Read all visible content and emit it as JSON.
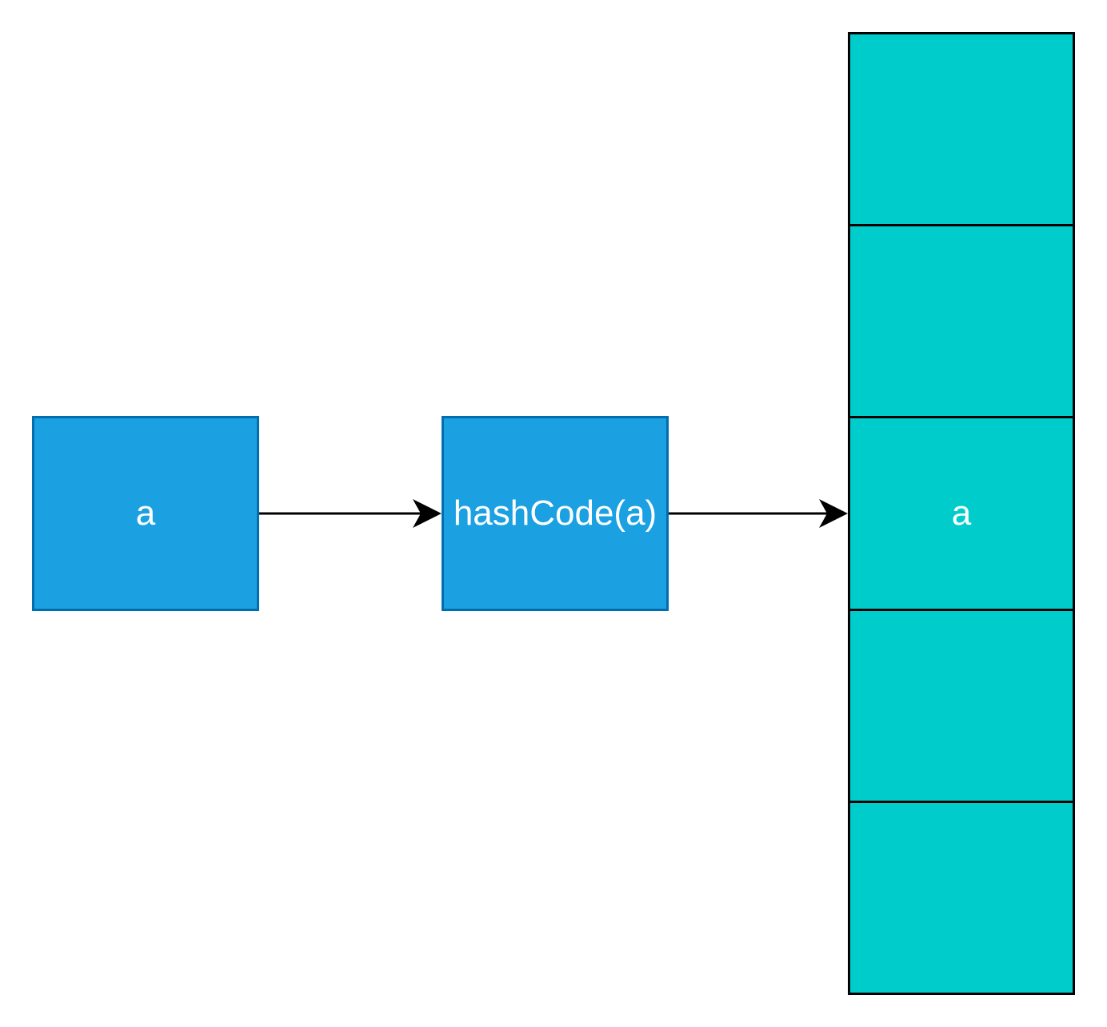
{
  "nodes": {
    "input": {
      "label": "a"
    },
    "hash": {
      "label": "hashCode(a)"
    }
  },
  "buckets": [
    "",
    "",
    "a",
    "",
    ""
  ],
  "colors": {
    "node_fill": "#1ba1e2",
    "node_stroke": "#006eaf",
    "bucket_fill": "#00cccc",
    "bucket_stroke": "#000000",
    "arrow": "#000000",
    "text": "#ffffff"
  }
}
